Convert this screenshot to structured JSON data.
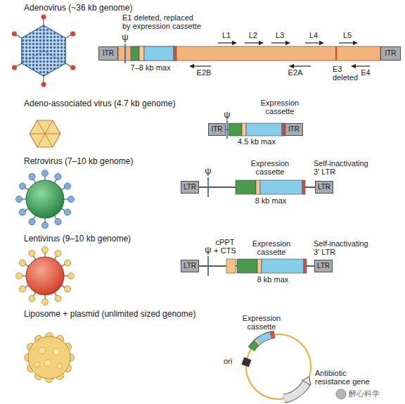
{
  "diagram": {
    "nodes": [
      {
        "text": [
          "ITR"
        ]
      },
      {
        "text": [
          "ITR"
        ]
      },
      {
        "text": [
          "ITR"
        ]
      },
      {
        "text": [
          "ITR"
        ]
      },
      {
        "text": [
          "LTR"
        ]
      },
      {
        "text": [
          "LTR"
        ]
      },
      {
        "text": [
          "LTR"
        ]
      },
      {
        "text": [
          "LTR"
        ]
      }
    ],
    "labels": [
      "Adenovirus (~36 kb genome)",
      "ψ",
      "E1 deleted, replaced by expression cassette",
      "L1",
      "L2",
      "L3",
      "L4",
      "L5",
      "7–8 kb max",
      "E2B",
      "E2A",
      "E3 deleted",
      "E4",
      "Adeno-associated virus (4.7 kb genome)",
      "ψ",
      "Expression cassette",
      "4.5 kb max",
      "Retrovirus (7–10 kb genome)",
      "ψ",
      "Expression cassette",
      "Self-inactivating 3′ LTR",
      "8 kb max",
      "Lentivirus (9–10 kb genome)",
      "ψ",
      "cPPT + CTS",
      "Expression cassette",
      "Self-inactivating 3′ LTR",
      "8 kb max",
      "Liposome + plasmid (unlimited sized genome)",
      "Expression cassette",
      "ori",
      "Antibiotic resistance gene",
      "醉心科学"
    ]
  }
}
